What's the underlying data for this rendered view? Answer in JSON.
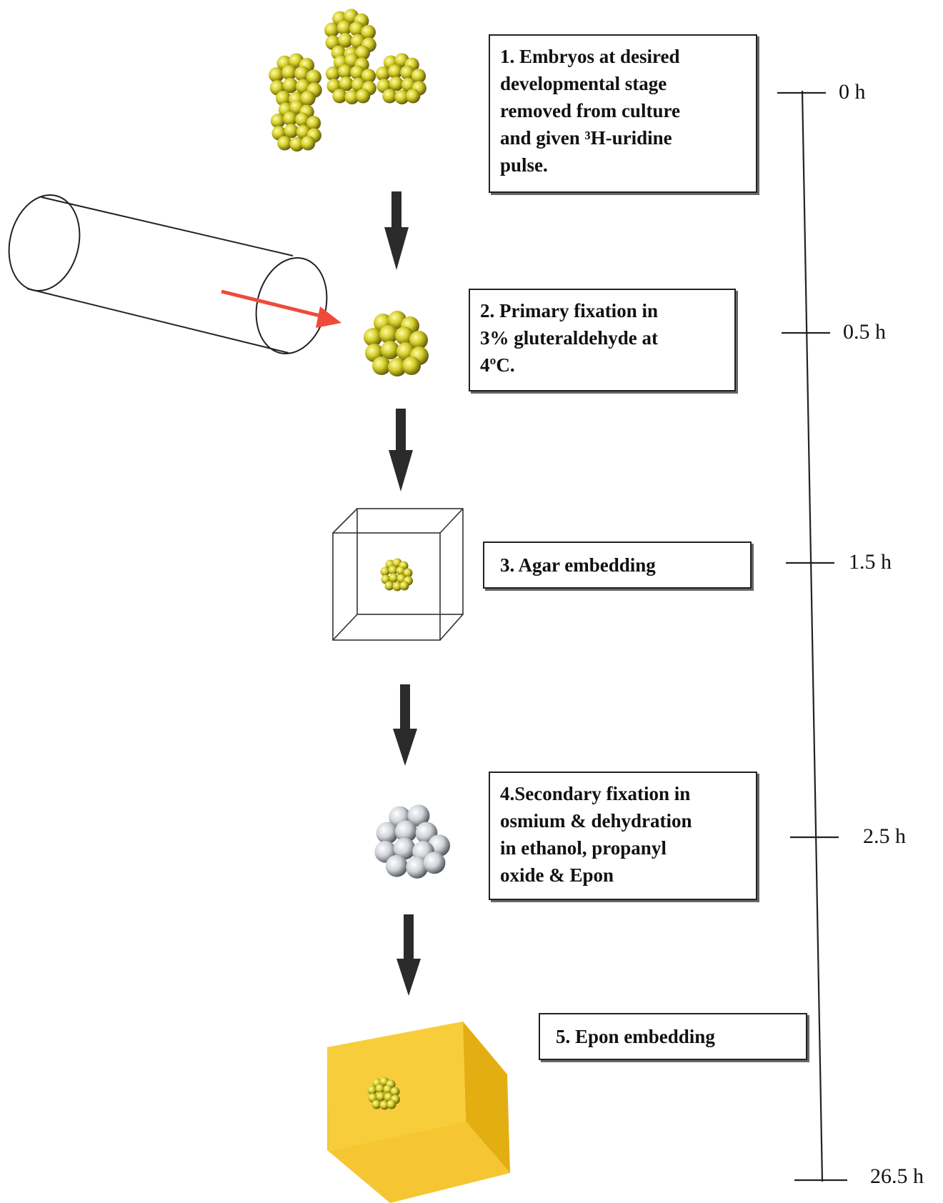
{
  "steps": [
    {
      "lines": [
        "1. Embryos at desired",
        "developmental stage",
        "removed from culture",
        "and given ³H-uridine",
        "pulse."
      ]
    },
    {
      "lines": [
        "2. Primary fixation in",
        "3% gluteraldehyde at",
        "4ºC."
      ]
    },
    {
      "lines": [
        "3. Agar embedding"
      ]
    },
    {
      "lines": [
        "4.Secondary fixation in",
        "osmium & dehydration",
        "in ethanol, propanyl",
        "oxide & Epon"
      ]
    },
    {
      "lines": [
        "5. Epon embedding"
      ]
    }
  ],
  "timeline": {
    "ticks": [
      {
        "label": "0 h",
        "hours": 0
      },
      {
        "label": "0.5 h",
        "hours": 0.5
      },
      {
        "label": "1.5 h",
        "hours": 1.5
      },
      {
        "label": "2.5 h",
        "hours": 2.5
      },
      {
        "label": "26.5 h",
        "hours": 26.5
      }
    ]
  },
  "colors": {
    "embryo_cell": "#d6d02a",
    "secondary_cell": "#cfd3d8",
    "epon_block": "#f5c632",
    "arrow": "#2b2b2b",
    "red_arrow": "#f04a3a"
  }
}
